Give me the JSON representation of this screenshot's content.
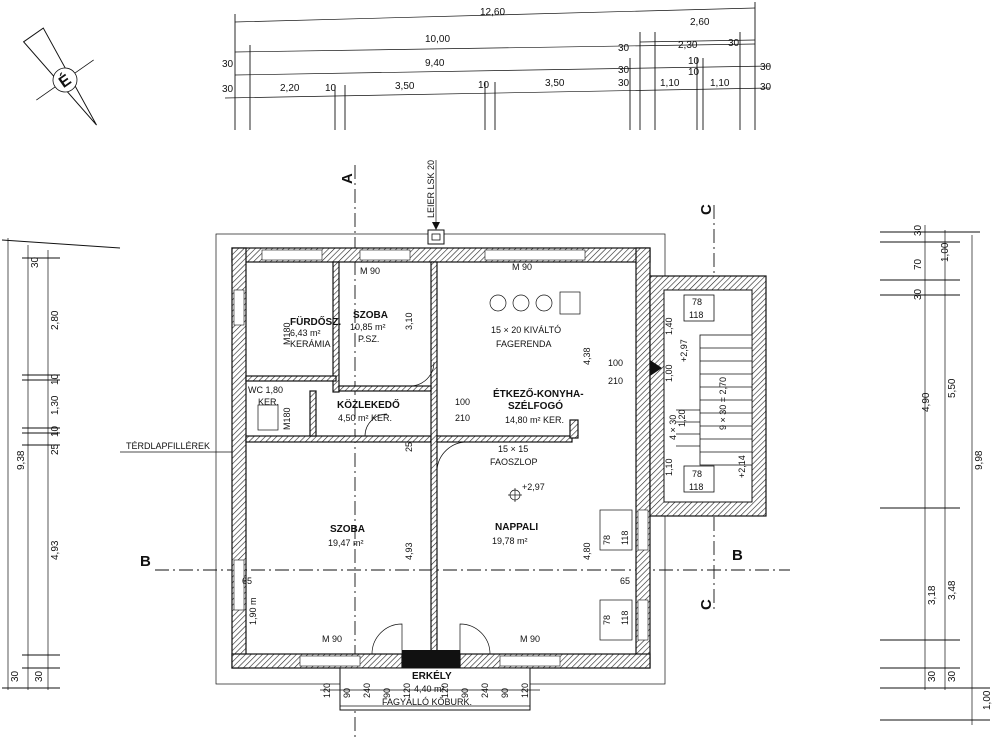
{
  "top_dims": {
    "row1": [
      "12,60"
    ],
    "row2": [
      "2,60"
    ],
    "row3": [
      "10,00",
      "30",
      "2,30",
      "30"
    ],
    "row4": [
      "30",
      "9,40",
      "30",
      "10",
      "10",
      "30"
    ],
    "row5": [
      "30",
      "2,20",
      "10",
      "3,50",
      "10",
      "3,50",
      "30",
      "1,10",
      "1,10",
      "30"
    ]
  },
  "left_dims": [
    "9,38",
    "30",
    "2,80",
    "10",
    "1,30",
    "10",
    "25",
    "4,93",
    "30",
    "30"
  ],
  "right_dims": [
    "30",
    "1,00",
    "70",
    "30",
    "5,50",
    "4,90",
    "9,98",
    "3,48",
    "3,18",
    "30",
    "30",
    "1,00"
  ],
  "axis_labels": {
    "a": "A",
    "b_left": "B",
    "b_right": "B",
    "c_top": "C",
    "c_bottom": "C"
  },
  "north_label": "É",
  "callouts": {
    "leier": "LEIER LSK 20",
    "terdlap": "TÉRDLAPFILLÉREK"
  },
  "rooms": {
    "furdoszoba": {
      "name": "FÜRDŐSZ.",
      "area": "6,43 m²",
      "floor": "KERÁMIA"
    },
    "szoba_top": {
      "name": "SZOBA",
      "area": "10,85 m²",
      "floor": "P.SZ."
    },
    "kozlekedo": {
      "name": "KÖZLEKEDŐ",
      "area": "4,50 m² KER."
    },
    "etkezo": {
      "name": "ÉTKEZŐ-KONYHA-",
      "name2": "SZÉLFOGÓ",
      "area": "14,80 m² KER."
    },
    "szoba_bottom": {
      "name": "SZOBA",
      "area": "19,47 m²"
    },
    "nappali": {
      "name": "NAPPALI",
      "area": "19,78 m²",
      "level": "+2,97"
    },
    "erkely": {
      "name": "ERKÉLY",
      "area": "4,40 m²",
      "finish": "FAGYÁLLÓ KŐBURK."
    }
  },
  "notes": {
    "beam": "15 × 20 KIVÁLTÓ",
    "beam2": "FAGERENDA",
    "column": "15 × 15",
    "column2": "FAOSZLOP",
    "wc": "WC 1,80",
    "ker": "KER.",
    "stairs": "9 × 30 = 2,70",
    "lvl_stair_top": "+2,97",
    "lvl_stair_bottom": "+2,14",
    "m90_a": "M 90",
    "m90_b": "M 90",
    "m90_c": "M 90",
    "m90_d": "M 90",
    "m180_a": "M180",
    "m180_b": "M180",
    "d_4_38": "4,38",
    "d_3_10": "3,10",
    "d_4_93": "4,93",
    "d_4_80": "4,80",
    "d_1_90": "1,90 m",
    "d_1_40": "1,40",
    "d_1_00": "1,00",
    "d_1_20": "1,20",
    "d_1_10": "1,10",
    "w_78_a": "78",
    "w_118_a": "118",
    "w_78_b": "78",
    "w_118_b": "118",
    "w_78_c": "78",
    "w_118_c": "118",
    "w_78_d": "78",
    "w_118_d": "118",
    "door_100": "100",
    "door_210": "210",
    "door_100b": "100",
    "door_210b": "210",
    "d65a": "65",
    "d65b": "65",
    "d25": "25",
    "d_4x30": "4 × 30"
  },
  "bottom_dims": [
    "120",
    "90",
    "240",
    "90",
    "120",
    "120",
    "90",
    "240",
    "90",
    "120"
  ]
}
